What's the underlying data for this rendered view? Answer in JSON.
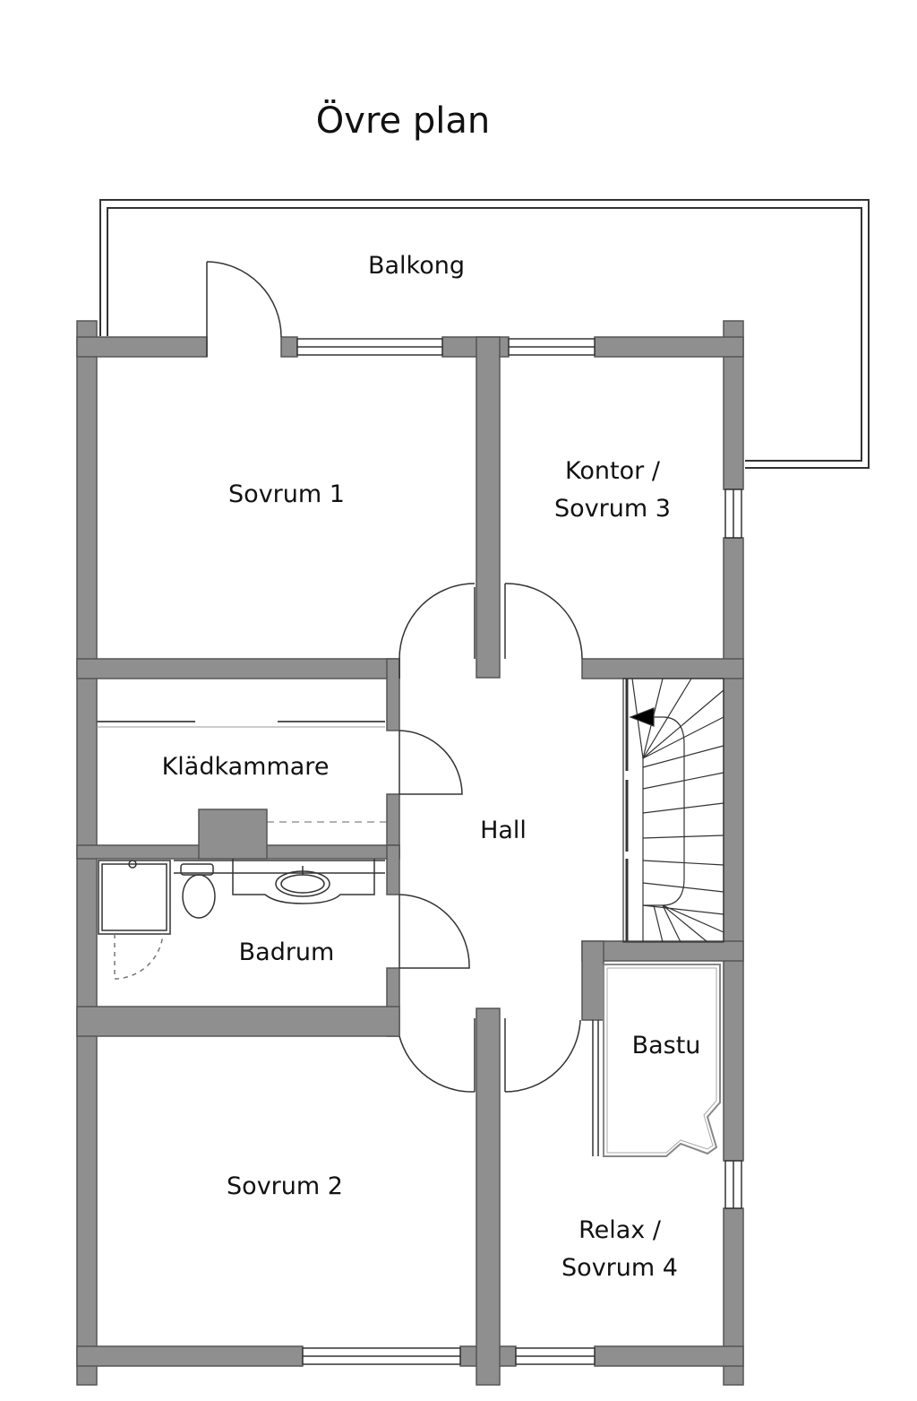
{
  "title": "Övre plan",
  "rooms": {
    "balkong": "Balkong",
    "sovrum1": "Sovrum 1",
    "kontor_line1": "Kontor /",
    "kontor_line2": "Sovrum 3",
    "kladkammare": "Klädkammare",
    "hall": "Hall",
    "badrum": "Badrum",
    "bastu": "Bastu",
    "sovrum2": "Sovrum 2",
    "relax_line1": "Relax /",
    "relax_line2": "Sovrum 4"
  },
  "colors": {
    "wall": "#8f8f8f",
    "wall_outline": "#555555",
    "line": "#333333",
    "background": "#ffffff"
  }
}
